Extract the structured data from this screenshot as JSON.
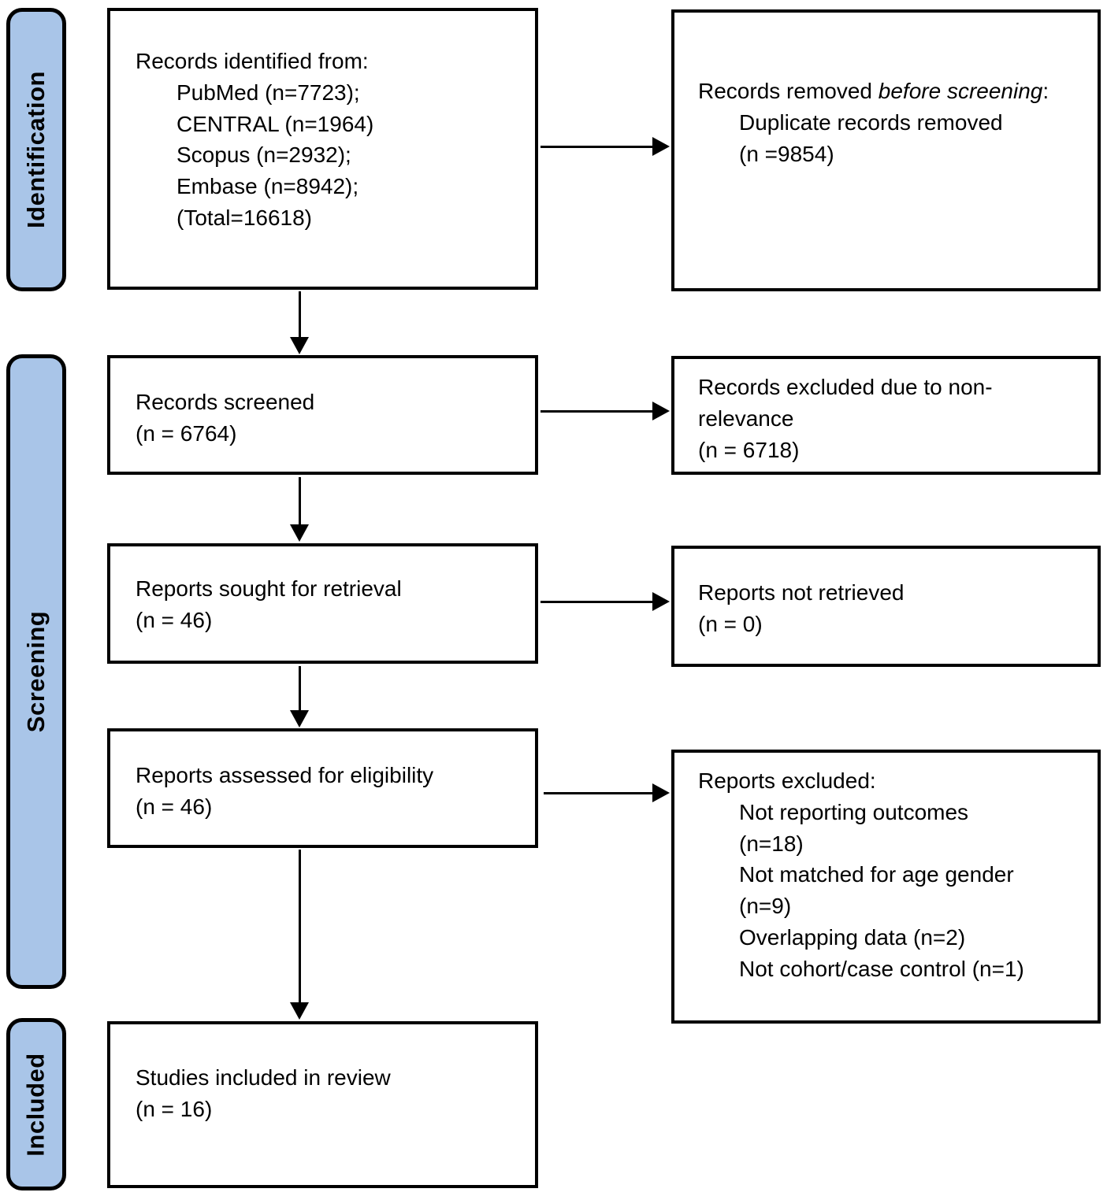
{
  "colors": {
    "stage_fill": "#A9C5E8",
    "box_border": "#000000",
    "text": "#000000",
    "background": "#FFFFFF"
  },
  "stages": {
    "identification": "Identification",
    "screening": "Screening",
    "included": "Included"
  },
  "boxes": {
    "records_identified": {
      "title": "Records identified from:",
      "items": [
        "PubMed (n=7723);",
        "CENTRAL (n=1964)",
        "Scopus (n=2932);",
        "Embase (n=8942);",
        "(Total=16618)"
      ]
    },
    "records_removed": {
      "title_prefix": "Records removed ",
      "title_italic": "before screening",
      "title_suffix": ":",
      "items": [
        "Duplicate records removed\n(n =9854)"
      ]
    },
    "records_screened": {
      "text": "Records screened\n(n = 6764)"
    },
    "records_excluded_nonrelevance": {
      "text": "Records excluded due to non-relevance\n(n = 6718)"
    },
    "reports_sought": {
      "text": "Reports sought for retrieval\n(n = 46)"
    },
    "reports_not_retrieved": {
      "text": "Reports not retrieved\n(n = 0)"
    },
    "reports_assessed": {
      "text": "Reports assessed for eligibility\n(n = 46)"
    },
    "reports_excluded": {
      "title": "Reports excluded:",
      "items": [
        "Not reporting outcomes\n(n=18)",
        "Not matched for age gender\n(n=9)",
        "Overlapping data (n=2)",
        "Not cohort/case control (n=1)"
      ]
    },
    "studies_included": {
      "text": "Studies included in review\n(n = 16)"
    }
  }
}
